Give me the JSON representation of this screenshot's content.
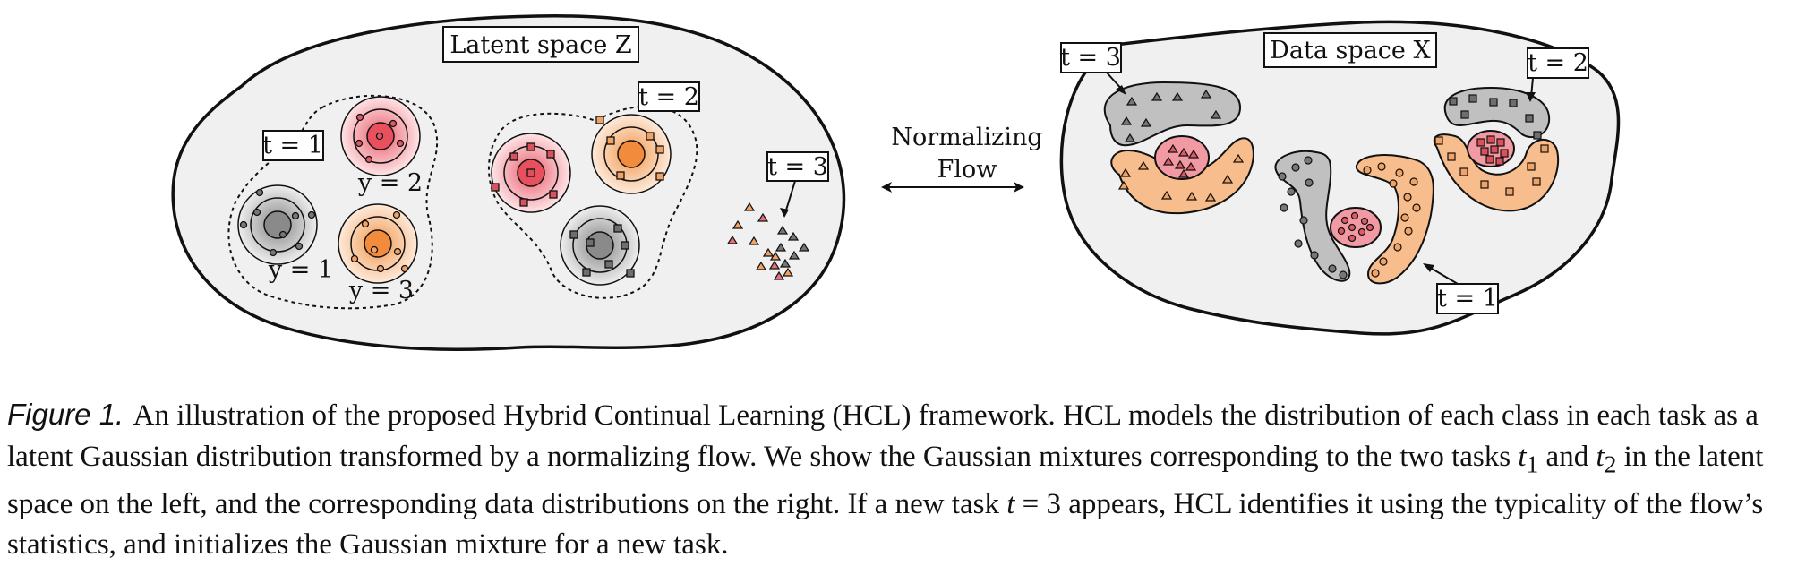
{
  "labels": {
    "latent_space": "Latent space Z",
    "data_space": "Data space X",
    "t1": "t = 1",
    "t2": "t = 2",
    "t3": "t = 3",
    "y1": "y = 1",
    "y2": "y = 2",
    "y3": "y = 3",
    "flow_line1": "Normalizing",
    "flow_line2": "Flow"
  },
  "caption": {
    "lead": "Figure 1.",
    "text_a": "An illustration of the proposed Hybrid Continual Learning (HCL) framework. HCL models the distribution of each class in each task as a latent Gaussian distribution transformed by a normalizing flow. We show the Gaussian mixtures corresponding to the two tasks ",
    "t1_sym": "t",
    "t1_sub": "1",
    "and": " and ",
    "t2_sym": "t",
    "t2_sub": "2",
    "text_b": " in the latent space on the left, and the corresponding data distributions on the right. If a new task ",
    "t3_sym": "t",
    "t3_eq": " = 3",
    "text_c": " appears, HCL identifies it using the typicality of the flow’s statistics, and initializes the Gaussian mixture for a new task."
  },
  "colors": {
    "region_fill": "#f0f0f0",
    "gray_class": "#8c8c8c",
    "red_class": "#e8707a",
    "orange_class": "#f2a263"
  }
}
